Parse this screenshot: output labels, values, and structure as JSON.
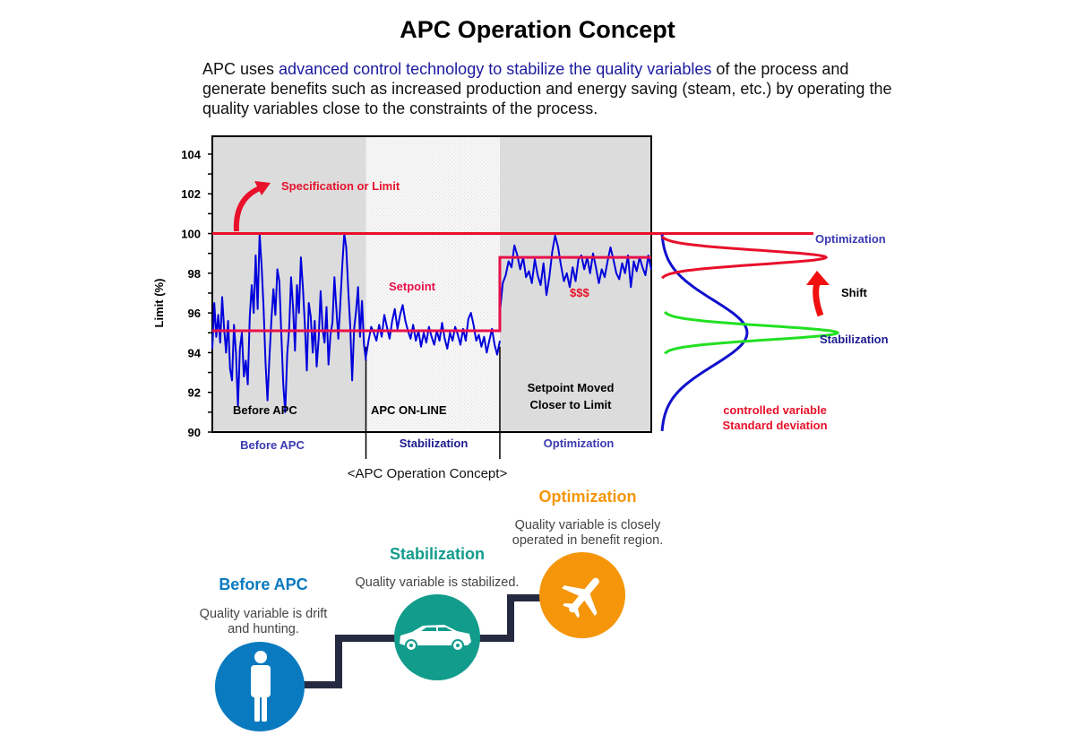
{
  "header": {
    "title": "APC Operation Concept",
    "intro_pre": "APC uses ",
    "intro_highlight": "advanced control technology to stabilize the quality variables",
    "intro_post": " of the process and generate benefits such as increased production and energy saving (steam, etc.) by operating the quality variables close to the constraints of the process."
  },
  "colors": {
    "highlight_text": "#1a1aa0",
    "process_line": "#0000dd",
    "limit_red": "#e8102a",
    "setpoint_pink": "#e8104a",
    "stabilization_green": "#22e022",
    "region_gray": "#dcdcdc",
    "region_light": "#f4f4f4",
    "before_apc_blue": "#0a7ac0",
    "stabilization_teal": "#129c8c",
    "optimization_orange": "#f5960a",
    "stair_navy": "#252a40"
  },
  "chart_data": {
    "type": "line",
    "title": "",
    "ylabel": "Limit (%)",
    "xlabel": "",
    "ylim": [
      90,
      104.9
    ],
    "yticks": [
      90,
      92,
      94,
      96,
      98,
      100,
      102,
      104
    ],
    "grid": false,
    "regions": [
      {
        "name": "Before APC",
        "x_range": [
          0,
          0.35
        ],
        "shade": "gray"
      },
      {
        "name": "Stabilization",
        "x_range": [
          0.35,
          0.655
        ],
        "shade": "light"
      },
      {
        "name": "Optimization",
        "x_range": [
          0.655,
          1.0
        ],
        "shade": "gray"
      }
    ],
    "limit_value": 100,
    "setpoint": [
      {
        "x_range": [
          0,
          0.655
        ],
        "value": 95.1
      },
      {
        "x_range": [
          0.655,
          1.0
        ],
        "value": 98.8
      }
    ],
    "series": [
      {
        "name": "Before APC (quality variable)",
        "values": [
          94.2,
          96.5,
          94.8,
          95.9,
          94.5,
          96.8,
          95.2,
          94.0,
          95.6,
          93.2,
          92.6,
          95.4,
          94.0,
          91.3,
          94.2,
          95.0,
          92.8,
          93.6,
          92.4,
          95.8,
          97.4,
          96.0,
          98.9,
          96.2,
          100.0,
          98.4,
          96.3,
          93.5,
          91.6,
          93.8,
          95.7,
          97.2,
          95.9,
          98.2,
          97.6,
          95.0,
          92.4,
          91.0,
          93.9,
          95.2,
          97.8,
          96.3,
          94.1,
          97.4,
          96.0,
          98.8,
          97.3,
          95.4,
          93.1,
          96.5,
          95.8,
          94.0,
          95.6,
          93.3,
          94.7,
          97.1,
          95.2,
          94.5,
          96.3,
          93.4,
          94.9,
          95.5,
          97.8,
          96.2,
          94.7,
          96.5,
          98.4,
          100.0,
          99.3,
          97.2,
          95.4,
          92.6,
          95.2,
          96.1,
          97.3,
          94.8,
          96.6,
          94.4,
          93.6
        ]
      },
      {
        "name": "Stabilization (quality variable)",
        "values": [
          93.8,
          94.6,
          95.3,
          95.0,
          94.6,
          95.4,
          94.8,
          95.9,
          95.3,
          94.7,
          95.6,
          96.2,
          95.2,
          95.9,
          96.4,
          95.6,
          95.1,
          94.7,
          95.4,
          94.6,
          95.1,
          94.3,
          95.0,
          94.5,
          95.3,
          94.8,
          94.4,
          95.1,
          94.6,
          95.5,
          94.7,
          94.2,
          95.0,
          94.6,
          95.3,
          94.9,
          94.4,
          95.2,
          94.6,
          95.7,
          96.0,
          95.4,
          94.6,
          94.9,
          94.3,
          94.8,
          94.0,
          94.6,
          95.2,
          94.4,
          93.9,
          94.6
        ]
      },
      {
        "name": "Optimization (quality variable)",
        "values": [
          96.0,
          97.5,
          97.9,
          98.6,
          98.3,
          99.4,
          98.9,
          98.2,
          98.8,
          97.8,
          98.1,
          97.5,
          98.7,
          97.9,
          97.4,
          98.5,
          96.9,
          97.8,
          99.1,
          99.9,
          99.3,
          98.4,
          97.6,
          98.0,
          97.3,
          98.3,
          97.6,
          98.7,
          98.9,
          98.2,
          98.8,
          98.0,
          99.0,
          98.3,
          97.5,
          98.2,
          97.8,
          98.6,
          99.3,
          98.7,
          98.0,
          97.7,
          98.5,
          98.0,
          98.9,
          97.3,
          98.6,
          98.1,
          98.8,
          98.3,
          97.9,
          98.9,
          98.2
        ]
      }
    ],
    "distribution_curves": [
      {
        "name": "Before APC",
        "mean": 95.0,
        "spread": "wide",
        "color": "blue"
      },
      {
        "name": "Stabilization",
        "mean": 95.0,
        "spread": "narrow",
        "color": "green"
      },
      {
        "name": "Optimization",
        "mean": 98.8,
        "spread": "narrow",
        "color": "red"
      }
    ],
    "annotations": {
      "limit_label": "Specification or Limit",
      "setpoint_label": "Setpoint",
      "money_label": "$$$",
      "before_inner": "Before APC",
      "apc_online": "APC ON-LINE",
      "moved_line1": "Setpoint Moved",
      "moved_line2": "Closer to Limit",
      "region_before": "Before APC",
      "region_stab": "Stabilization",
      "region_opt": "Optimization",
      "caption": "<APC Operation Concept>",
      "dist_opt": "Optimization",
      "dist_stab": "Stabilization",
      "shift": "Shift",
      "std_line1": "controlled variable",
      "std_line2": "Standard deviation"
    }
  },
  "stages": [
    {
      "title": "Before APC",
      "desc_line1": "Quality variable is drift",
      "desc_line2": "and hunting.",
      "icon": "person-icon"
    },
    {
      "title": "Stabilization",
      "desc_line1": "Quality variable is stabilized.",
      "desc_line2": "",
      "icon": "car-icon"
    },
    {
      "title": "Optimization",
      "desc_line1": "Quality variable is closely",
      "desc_line2": "operated in benefit region.",
      "icon": "airplane-icon"
    }
  ]
}
